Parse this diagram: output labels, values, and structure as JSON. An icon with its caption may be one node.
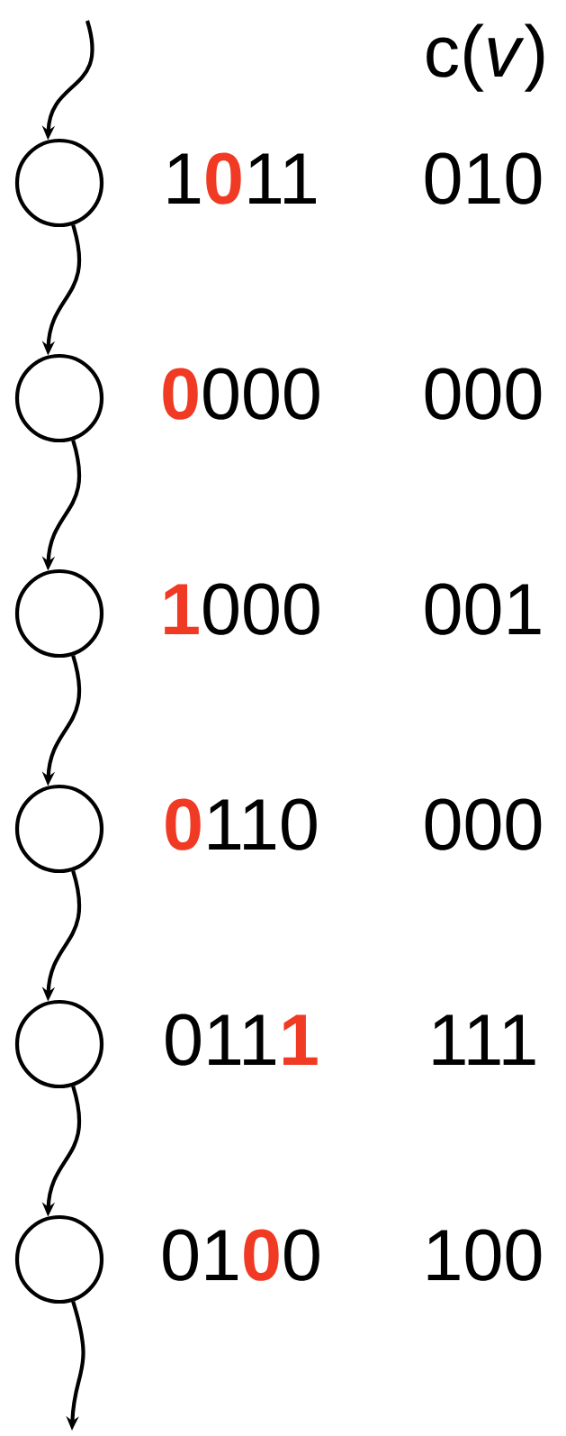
{
  "diagram": {
    "nodes": [
      {
        "text": [],
        "shape": "circle"
      },
      {
        "text": [],
        "shape": "circle"
      },
      {
        "text": [],
        "shape": "circle"
      },
      {
        "text": [],
        "shape": "circle"
      },
      {
        "text": [],
        "shape": "circle"
      },
      {
        "text": [],
        "shape": "circle"
      }
    ],
    "edges": [
      {
        "from": null,
        "to": 0,
        "arrow": "to"
      },
      {
        "from": 0,
        "to": 1,
        "arrow": "to"
      },
      {
        "from": 1,
        "to": 2,
        "arrow": "to"
      },
      {
        "from": 2,
        "to": 3,
        "arrow": "to"
      },
      {
        "from": 3,
        "to": 4,
        "arrow": "to"
      },
      {
        "from": 4,
        "to": 5,
        "arrow": "to"
      },
      {
        "from": 5,
        "to": null,
        "arrow": "to"
      }
    ],
    "labels": [
      "c(*v*)",
      "1**0**11",
      "010",
      "**0**000",
      "000",
      "**1**000",
      "001",
      "**0**110",
      "000",
      "011**1**",
      "111",
      "01**0**0",
      "100"
    ]
  }
}
